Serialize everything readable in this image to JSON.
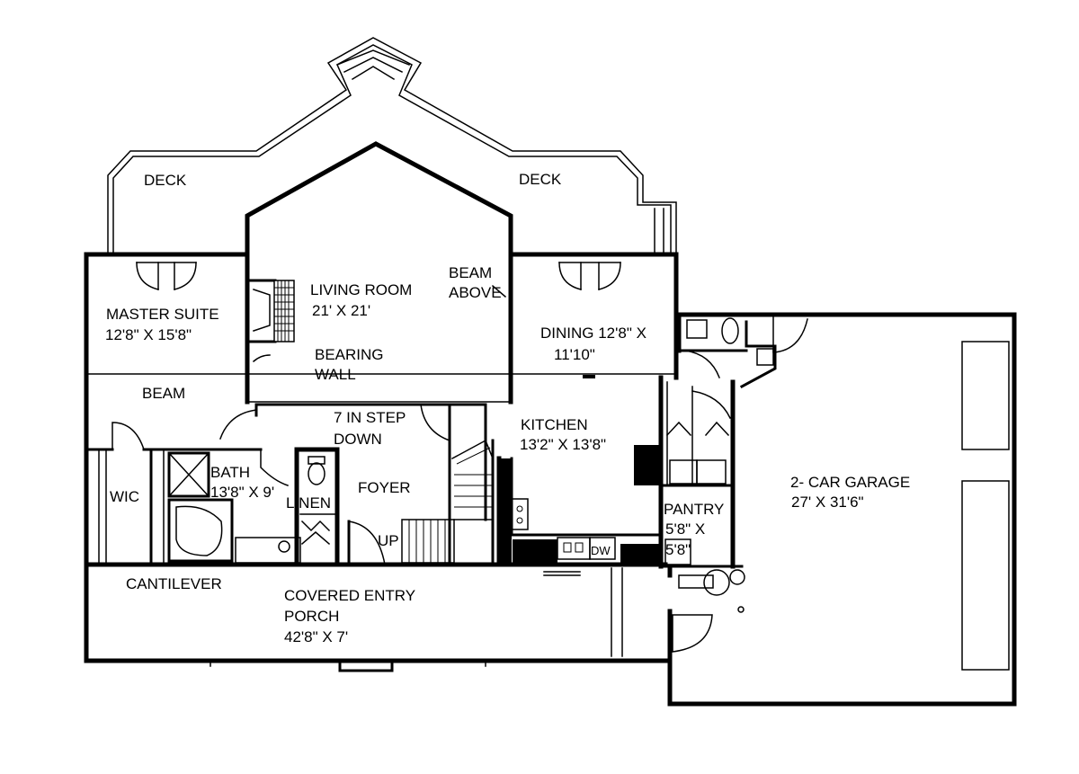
{
  "rooms": {
    "deck_left": "DECK",
    "deck_right": "DECK",
    "living_name": "LIVING ROOM",
    "living_size": "21' X 21'",
    "beam_above_1": "BEAM",
    "beam_above_2": "ABOVE",
    "master_name": "MASTER SUITE",
    "master_size": "12'8\" X 15'8\"",
    "bearing_1": "BEARING",
    "bearing_2": "WALL",
    "dining_line1": "DINING 12'8\" X",
    "dining_line2": "11'10\"",
    "beam": "BEAM",
    "step_1": "7 IN STEP",
    "step_2": "DOWN",
    "kitchen_name": "KITCHEN",
    "kitchen_size": "13'2\" X 13'8\"",
    "bath_name": "BATH",
    "bath_size": "13'8\" X 9'",
    "wic": "WIC",
    "linen": "LINEN",
    "foyer": "FOYER",
    "up": "UP",
    "pantry_name": "PANTRY",
    "pantry_size_1": "5'8\" X",
    "pantry_size_2": "5'8\"",
    "garage_name": "2- CAR GARAGE",
    "garage_size": "27' X 31'6\"",
    "cantilever": "CANTILEVER",
    "porch_1": "COVERED ENTRY",
    "porch_2": "PORCH",
    "porch_size": "42'8\" X 7'",
    "dw": "DW"
  }
}
